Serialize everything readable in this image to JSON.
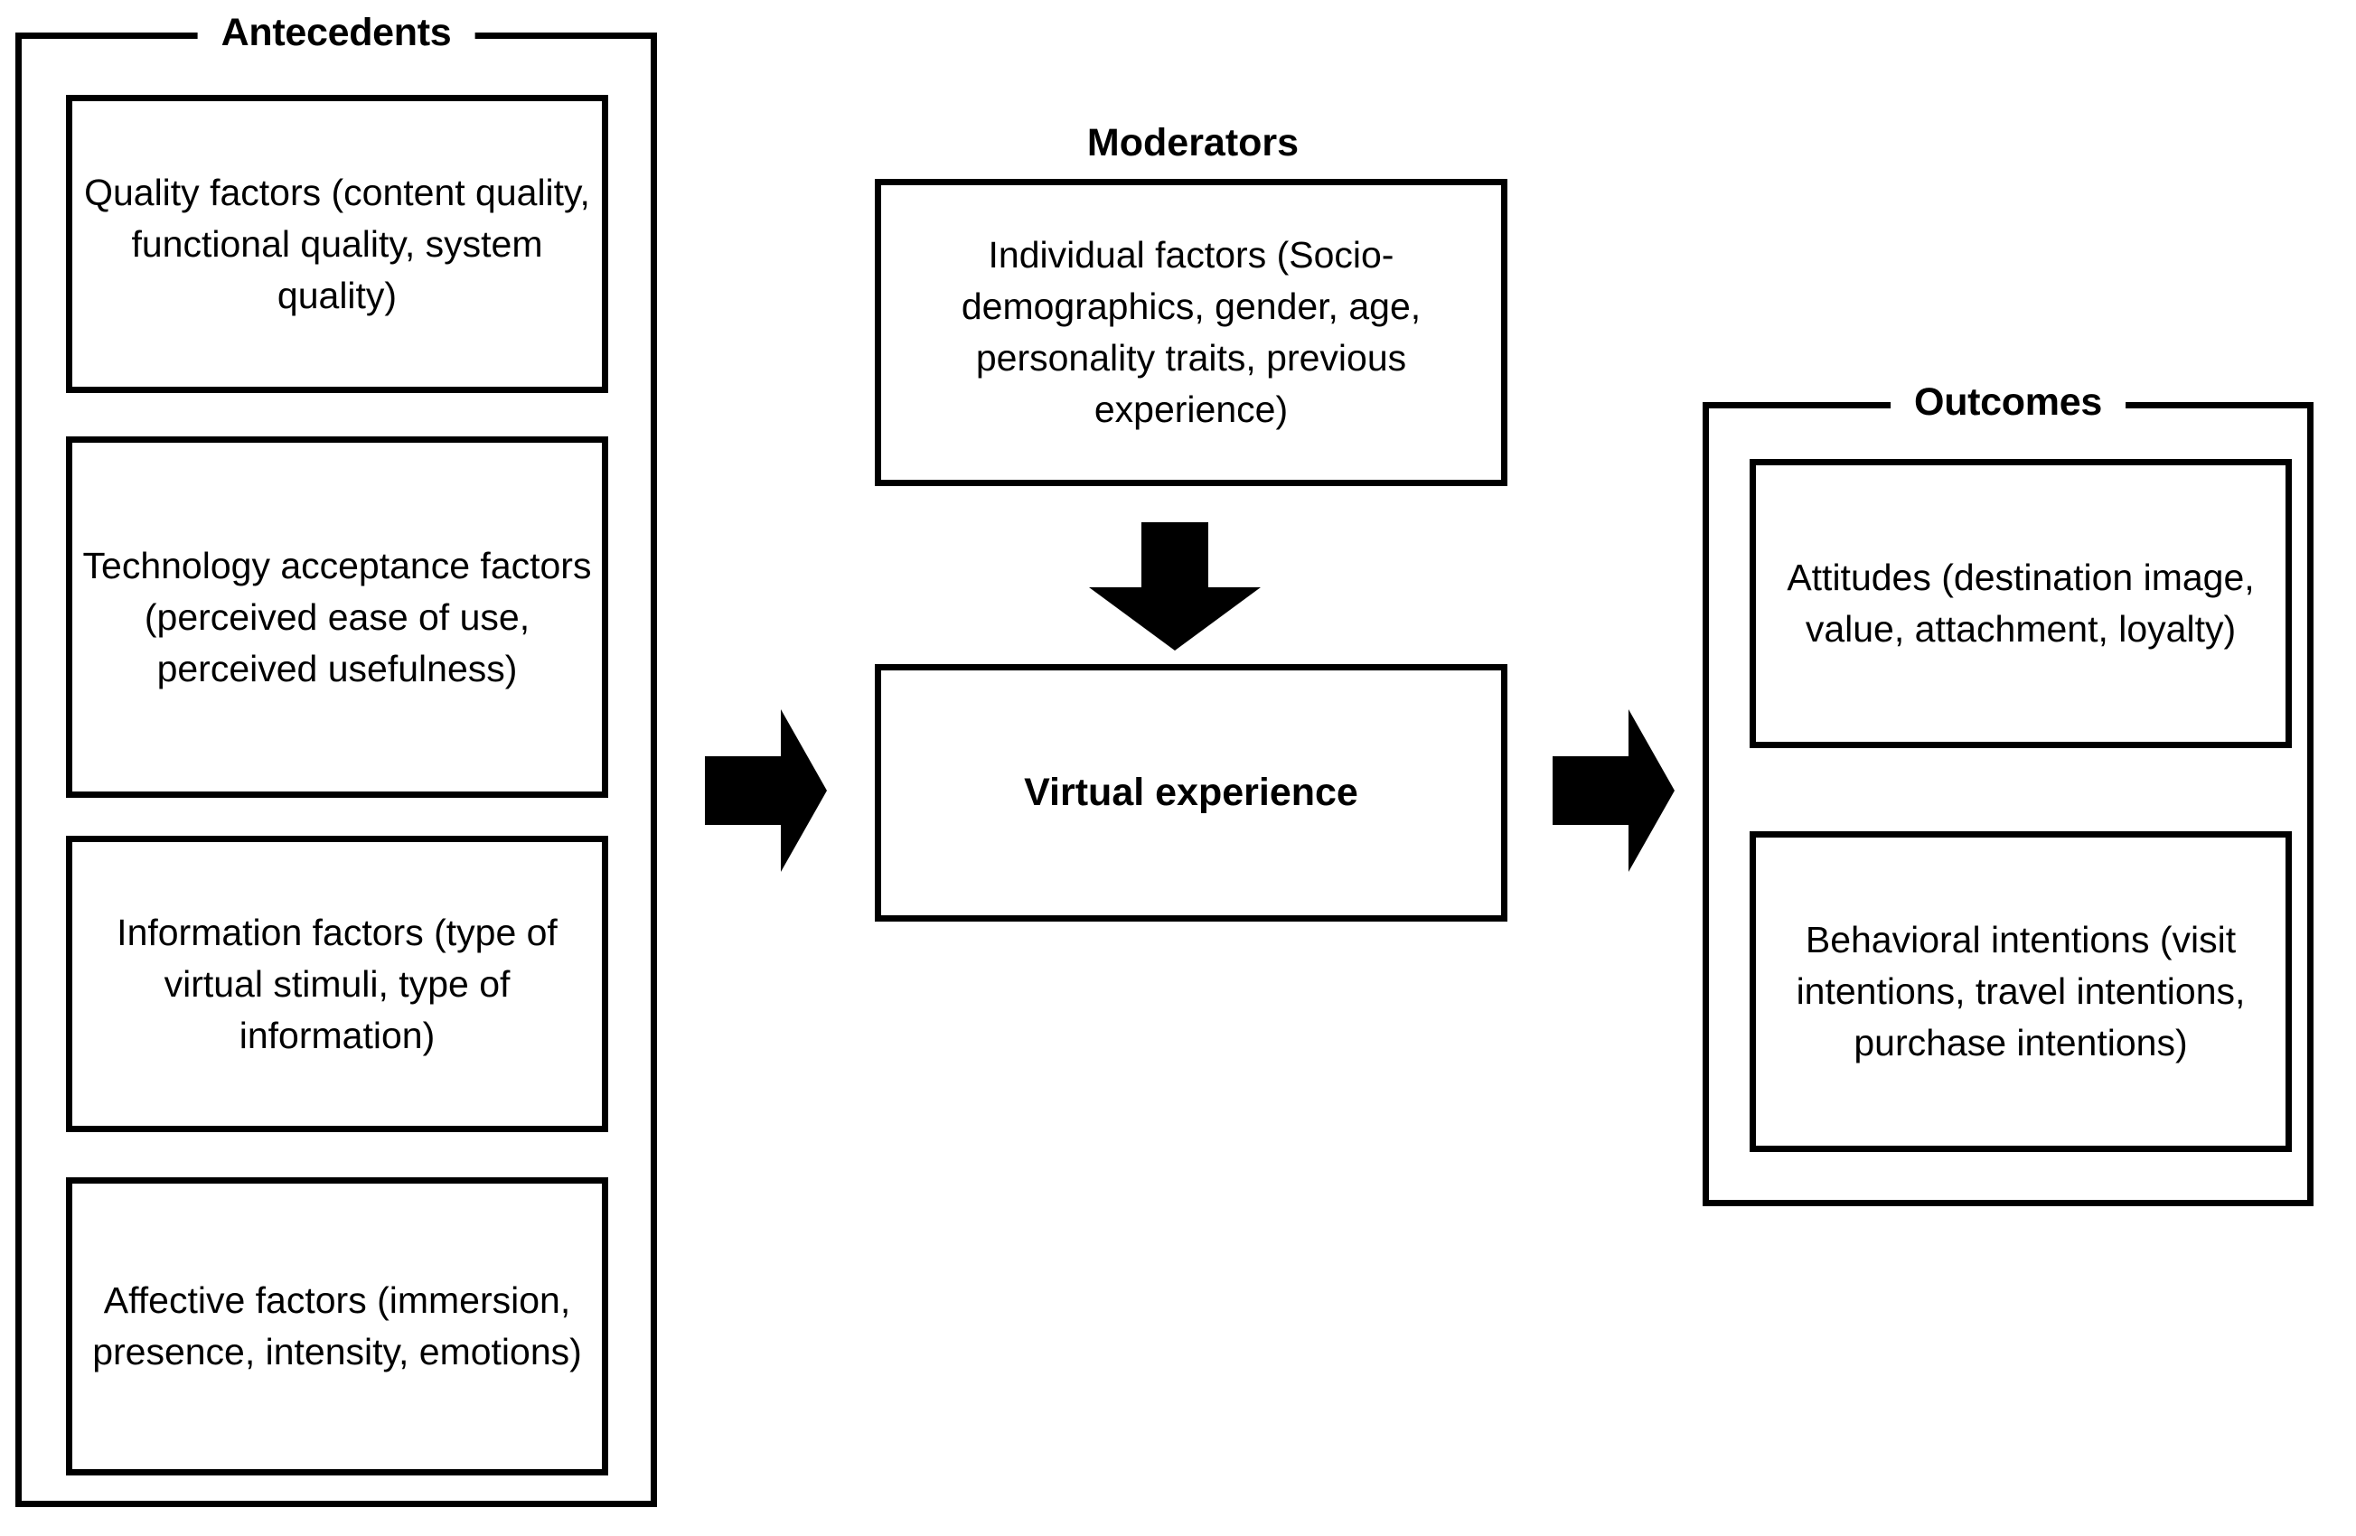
{
  "diagram": {
    "title_groups": {
      "antecedents": "Antecedents",
      "outcomes": "Outcomes"
    },
    "moderators_heading": "Moderators",
    "antecedents_boxes": [
      {
        "id": "quality-factors",
        "text": "Quality factors (content quality, functional quality, system quality)"
      },
      {
        "id": "technology-acceptance-factors",
        "text": "Technology acceptance factors (perceived ease of use, perceived usefulness)"
      },
      {
        "id": "information-factors",
        "text": "Information factors (type of virtual stimuli, type of information)"
      },
      {
        "id": "affective-factors",
        "text": "Affective factors (immersion, presence, intensity, emotions)"
      }
    ],
    "moderators_box": {
      "id": "individual-factors",
      "text": "Individual factors (Socio-demographics, gender, age, personality traits, previous experience)"
    },
    "center_box": {
      "id": "virtual-experience",
      "text": "Virtual experience"
    },
    "outcomes_boxes": [
      {
        "id": "attitudes",
        "text": "Attitudes (destination image, value, attachment, loyalty)"
      },
      {
        "id": "behavioral-intentions",
        "text": "Behavioral intentions (visit intentions, travel intentions, purchase intentions)"
      }
    ],
    "arrows": [
      {
        "id": "moderators-to-virtual-experience",
        "direction": "down"
      },
      {
        "id": "antecedents-to-virtual-experience",
        "direction": "right"
      },
      {
        "id": "virtual-experience-to-outcomes",
        "direction": "right"
      }
    ],
    "colors": {
      "stroke": "#000000",
      "fill": "#ffffff",
      "arrow": "#000000"
    }
  }
}
